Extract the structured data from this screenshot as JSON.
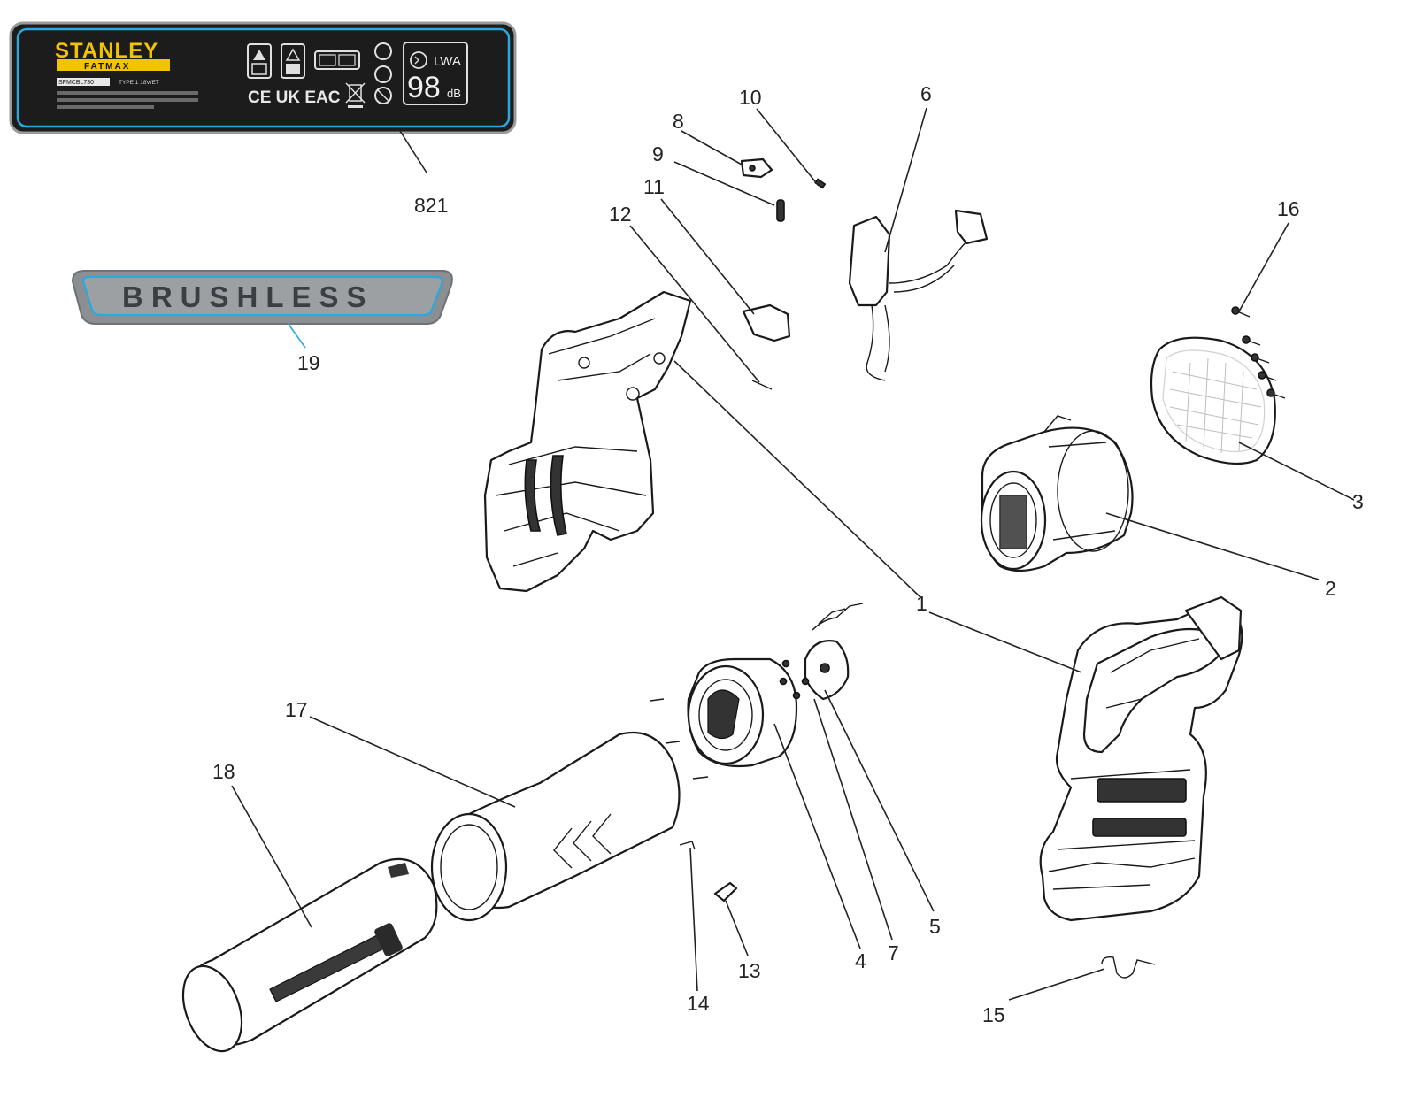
{
  "callouts": {
    "c1": "1",
    "c2": "2",
    "c3": "3",
    "c4": "4",
    "c5": "5",
    "c6": "6",
    "c7": "7",
    "c8": "8",
    "c9": "9",
    "c10": "10",
    "c11": "11",
    "c12": "12",
    "c13": "13",
    "c14": "14",
    "c15": "15",
    "c16": "16",
    "c17": "17",
    "c18": "18",
    "c19": "19",
    "c821": "821"
  },
  "label_plate": {
    "brand": "STANLEY",
    "sub_brand": "FATMAX",
    "model": "SFMCBL730",
    "type_text": "TYPE 1   18V/ET",
    "sound_power": "98",
    "sound_unit": "dB",
    "sound_label": "LWA",
    "marks": "CE UK EAC"
  },
  "badge": {
    "text": "BRUSHLESS"
  },
  "colors": {
    "plate_bg": "#1c1c1c",
    "plate_border": "#2aa8e0",
    "brand_yellow": "#f2c400",
    "badge_bg": "#8c8f92",
    "badge_border": "#2aa8e0"
  }
}
